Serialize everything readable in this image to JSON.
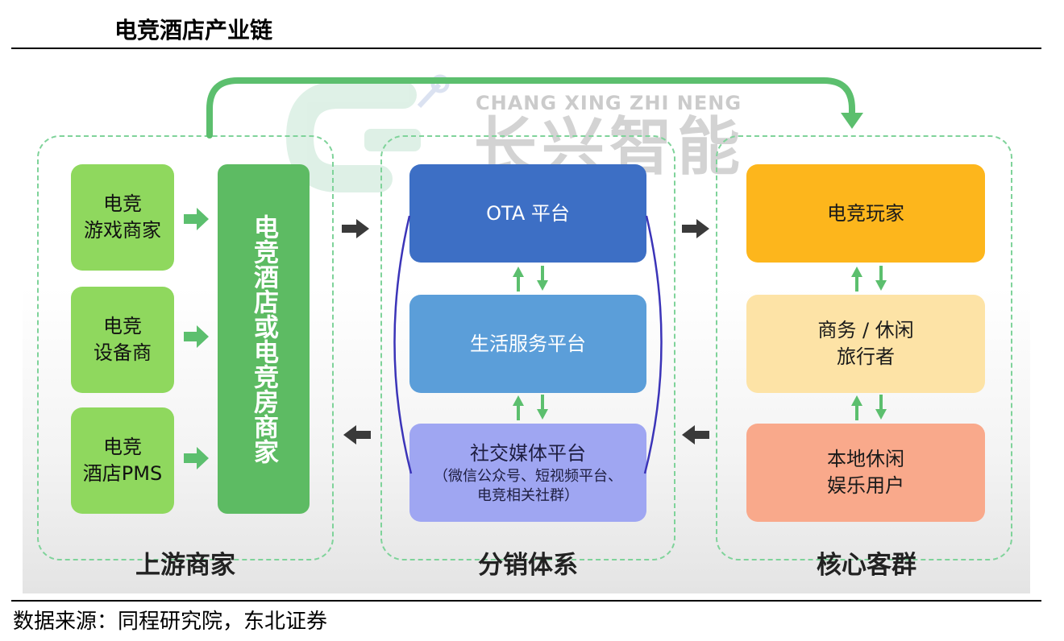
{
  "header": {
    "title": "电竞酒店产业链"
  },
  "footer": {
    "source": "数据来源：同程研究院，东北证券"
  },
  "watermark": {
    "sub": "CHANG XING ZHI NENG",
    "main": "长兴智能"
  },
  "groups": {
    "upstream": {
      "label": "上游商家",
      "suppliers": [
        {
          "line1": "电竞",
          "line2": "游戏商家"
        },
        {
          "line1": "电竞",
          "line2": "设备商"
        },
        {
          "line1": "电竞",
          "line2": "酒店PMS"
        }
      ],
      "hub": "电竞酒店或电竞房商家"
    },
    "distribution": {
      "label": "分销体系",
      "ota": "OTA 平台",
      "life": "生活服务平台",
      "social": {
        "title": "社交媒体平台",
        "detail1": "（微信公众号、短视频平台、",
        "detail2": "电竞相关社群）"
      }
    },
    "customers": {
      "label": "核心客群",
      "players": "电竞玩家",
      "travelers": {
        "line1": "商务 / 休闲",
        "line2": "旅行者"
      },
      "locals": {
        "line1": "本地休闲",
        "line2": "娱乐用户"
      }
    }
  },
  "colors": {
    "green_arrow": "#5cbf6e",
    "dark_arrow": "#3a3a3a",
    "bracket": "#3b34b8"
  }
}
